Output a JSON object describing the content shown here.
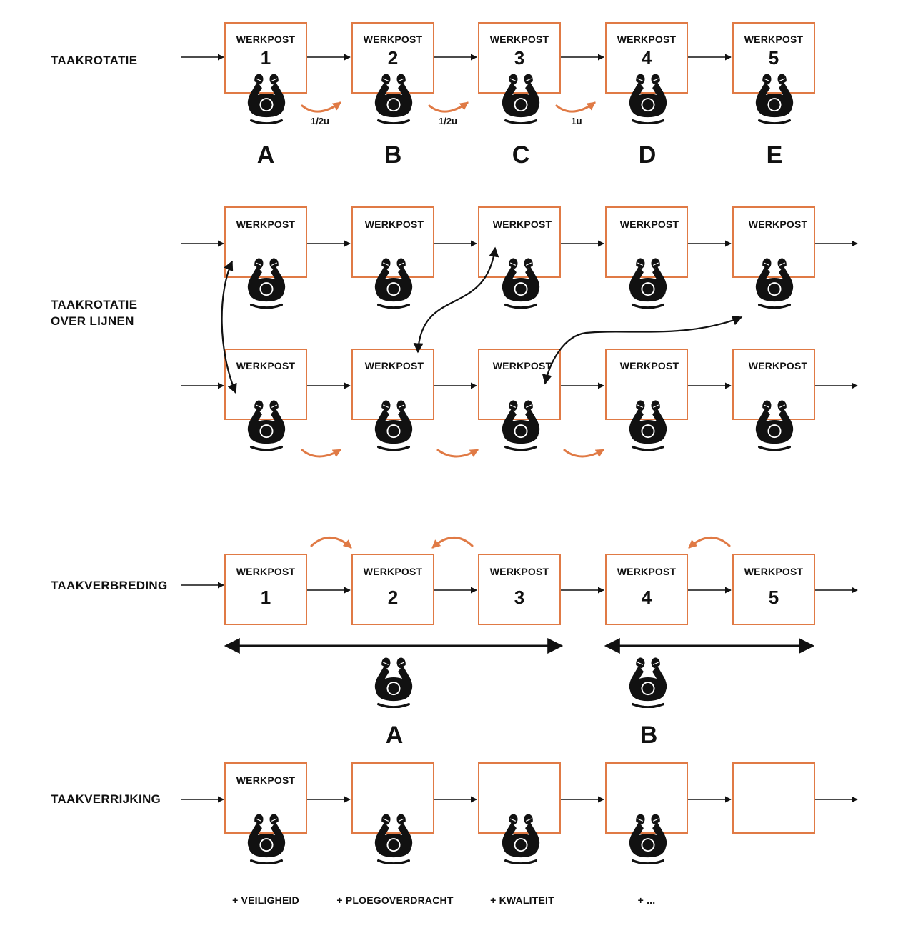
{
  "colors": {
    "box": "#e07a45",
    "ink": "#111111",
    "accent": "#e07a45"
  },
  "icons": {
    "worker": "worker-topview-icon",
    "flow": "flow-arrow-icon",
    "rotation": "rotation-curve-arrow-icon",
    "exchange": "exchange-arrow-icon",
    "range": "range-double-arrow-icon"
  },
  "taakrotatie": {
    "title": "TAAKROTATIE",
    "stations": [
      {
        "label": "WERKPOST",
        "number": "1"
      },
      {
        "label": "WERKPOST",
        "number": "2"
      },
      {
        "label": "WERKPOST",
        "number": "3"
      },
      {
        "label": "WERKPOST",
        "number": "4"
      },
      {
        "label": "WERKPOST",
        "number": "5"
      }
    ],
    "durations": [
      "1/2u",
      "1/2u",
      "1u"
    ],
    "workers": [
      "A",
      "B",
      "C",
      "D",
      "E"
    ]
  },
  "over_lijnen": {
    "title_line1": "TAAKROTATIE",
    "title_line2": "OVER LIJNEN",
    "row1": [
      "WERKPOST",
      "WERKPOST",
      "WERKPOST",
      "WERKPOST",
      "WERKPOST"
    ],
    "row2": [
      "WERKPOST",
      "WERKPOST",
      "WERKPOST",
      "WERKPOST",
      "WERKPOST"
    ]
  },
  "taakverbreding": {
    "title": "TAAKVERBREDING",
    "stations": [
      {
        "label": "WERKPOST",
        "number": "1"
      },
      {
        "label": "WERKPOST",
        "number": "2"
      },
      {
        "label": "WERKPOST",
        "number": "3"
      },
      {
        "label": "WERKPOST",
        "number": "4"
      },
      {
        "label": "WERKPOST",
        "number": "5"
      }
    ],
    "workers": [
      "A",
      "B"
    ]
  },
  "taakverrijking": {
    "title": "TAAKVERRIJKING",
    "station_label": "WERKPOST",
    "extras": [
      "+ VEILIGHEID",
      "+ PLOEGOVERDRACHT",
      "+ KWALITEIT",
      "+ ..."
    ]
  }
}
